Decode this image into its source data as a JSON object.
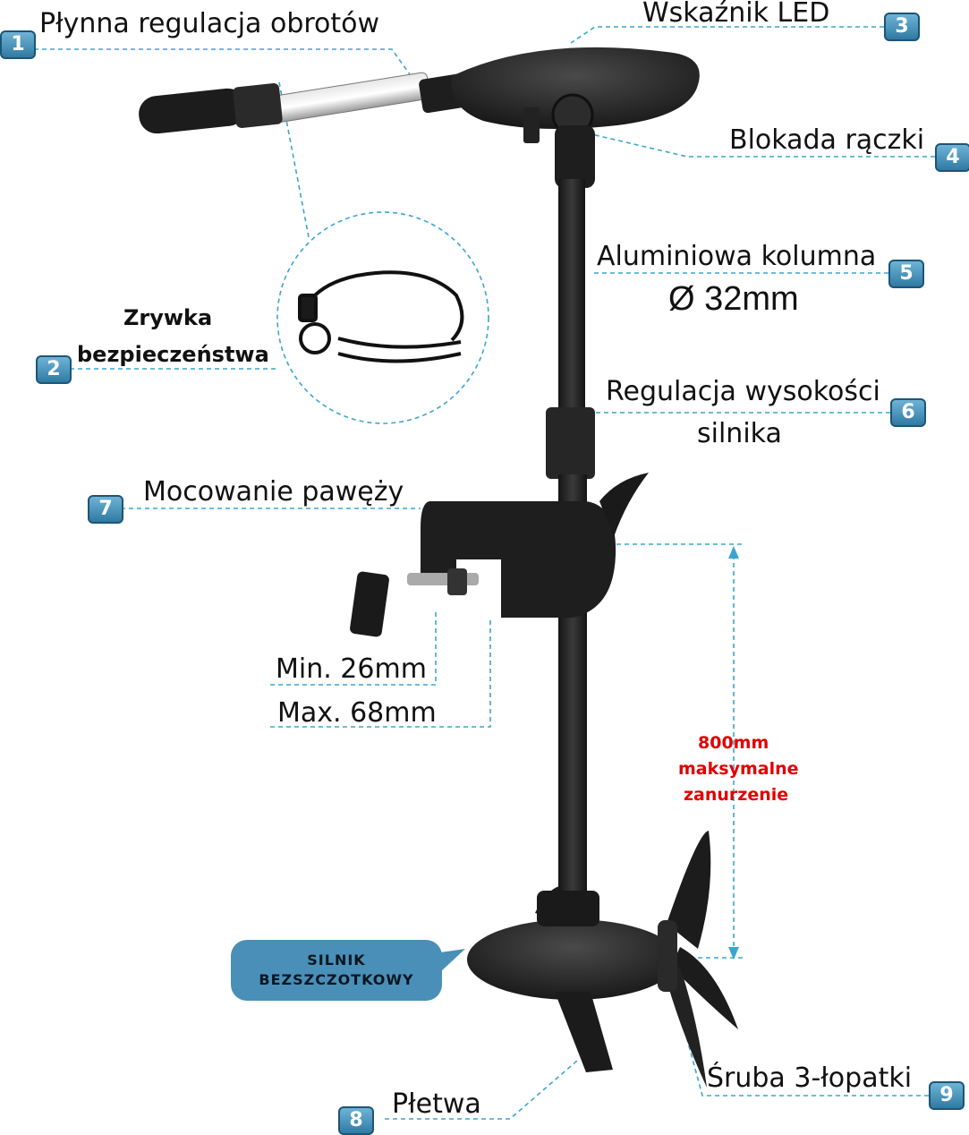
{
  "labels": {
    "l1": "Płynna regulacja obrotów",
    "l2a": "Zrywka",
    "l2b": "bezpieczeństwa",
    "l3": "Wskaźnik LED",
    "l4": "Blokada rączki",
    "l5a": "Aluminiowa kolumna",
    "l5b": "Ø 32mm",
    "l6a": "Regulacja wysokości",
    "l6b": "silnika",
    "l7": "Mocowanie pawęży",
    "l8": "Płetwa",
    "l9": "Śruba 3-łopatki",
    "min": "Min. 26mm",
    "max": "Max. 68mm",
    "depth1": "800mm",
    "depth2": "maksymalne",
    "depth3": "zanurzenie"
  },
  "badges": [
    "1",
    "2",
    "3",
    "4",
    "5",
    "6",
    "7",
    "8",
    "9"
  ],
  "bubble": {
    "line1": "SILNIK",
    "line2": "BEZSZCZOTKOWY"
  },
  "colors": {
    "dashed": "#3aa6cf",
    "badge": "#3b86b0",
    "accent_red": "#e00000",
    "motor": "#232323"
  }
}
